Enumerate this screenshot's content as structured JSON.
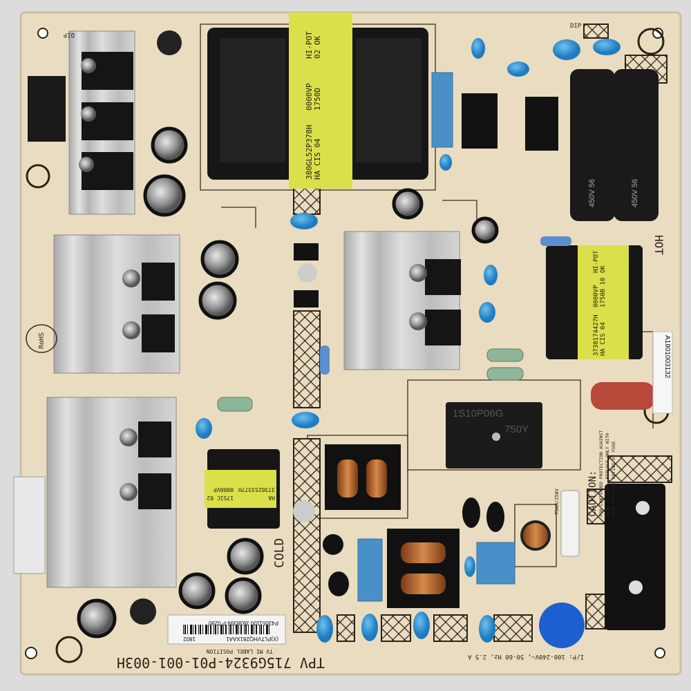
{
  "board": {
    "model_text": "TPV 715G9324-P01-001-003H",
    "cold_text": "COLD",
    "hot_text": "HOT",
    "rohs_text": "RoHS",
    "input_rating": "I/P: 100-240V~, 50-60 Hz, 2.5 A",
    "dip_text": "DIP",
    "label_position_text": "TV MI LABEL POSITION",
    "caution": {
      "title": "CAUTION:",
      "line1": "FOR CONTINUED PROTECTION AGAINST",
      "line2": "RISK OF FIRE, REPLACE ONLY WITH",
      "line3": "SAME TYPE AND RATING OF FUSE"
    },
    "fuse_rating": "T5AH/250V",
    "colors": {
      "pcb": "#eadcc0",
      "silkscreen": "#3a2d20",
      "heatsink": "#c9c9c9",
      "transformer_tape": "#d9e04a",
      "y_capacitor": "#2f8fd0"
    }
  },
  "main_transformer": {
    "line1": "380GL52P378H",
    "line2": "HA   CIS 04",
    "line3": "0000VP",
    "line4": "1750D",
    "line5": "HI-POT",
    "line6": "02  OK"
  },
  "aux_transformer": {
    "line1": "3730174427H",
    "line2": "HA   CIS 04",
    "line3": "0000VP",
    "line4": "1750B 10",
    "line5": "HI-POT",
    "line6": "OK"
  },
  "small_transformer": {
    "line1": "3730253377H",
    "line2": "HA",
    "line3": "0000VP",
    "line4": "1751C 02"
  },
  "bridge_rectifier": {
    "line1": "1S10P06G",
    "line2": "750Y"
  },
  "barcode_label": {
    "line1": "P43051100 3938399 P 0290",
    "line2": "(X)PLTVHQ281XAA1",
    "line3": "1802"
  },
  "side_sticker": {
    "text": "A1801003132"
  },
  "bulk_capacitor": {
    "text": "450V 56"
  }
}
